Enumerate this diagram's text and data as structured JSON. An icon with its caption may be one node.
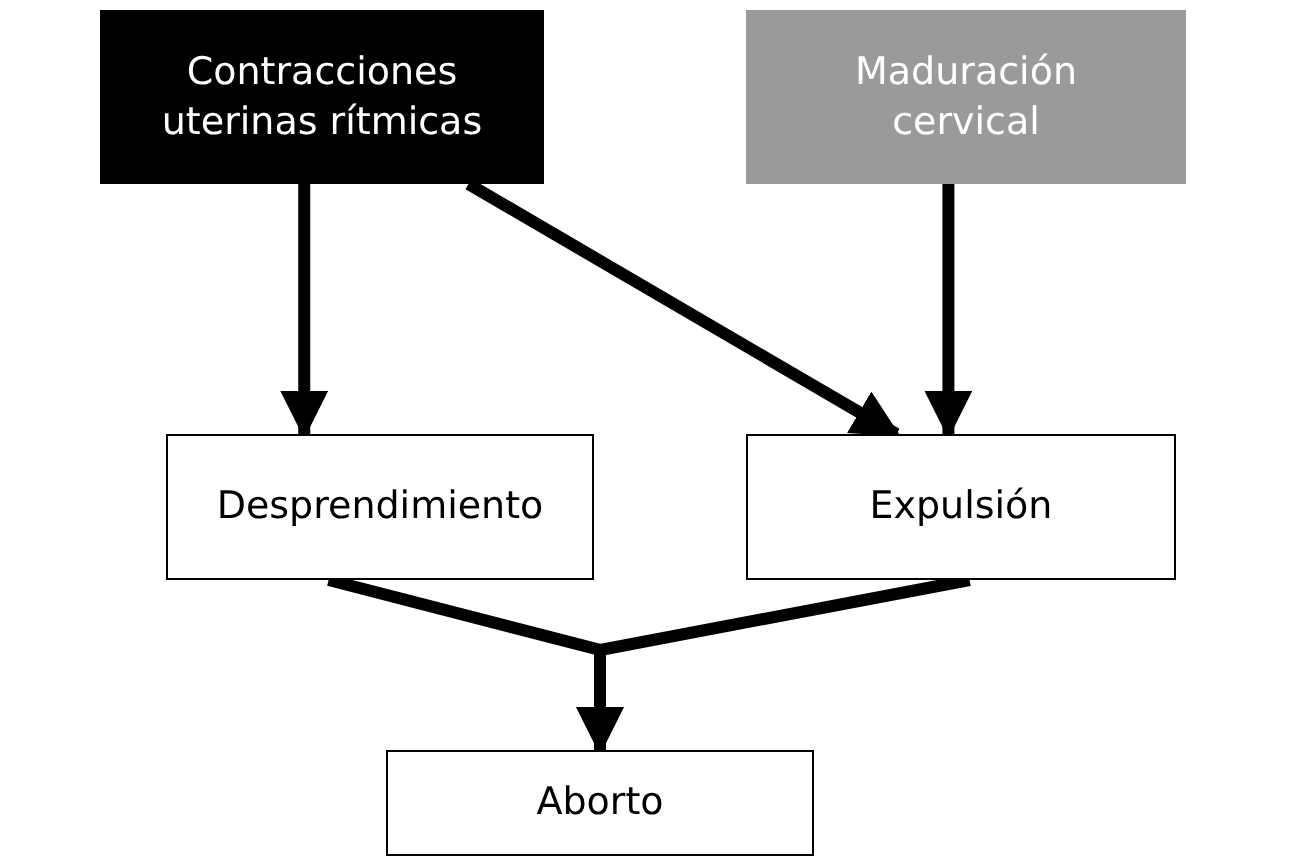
{
  "diagram": {
    "nodes": [
      {
        "text": [
          "Contracciones uterinas rítmicas"
        ]
      },
      {
        "text": [
          "Maduración cervical"
        ]
      },
      {
        "text": [
          "Desprendimiento"
        ]
      },
      {
        "text": [
          "Expulsión"
        ]
      },
      {
        "text": [
          "Aborto"
        ]
      }
    ],
    "edges": [
      {
        "from": 0,
        "to": 2,
        "arrow": "to"
      },
      {
        "from": 0,
        "to": 3,
        "arrow": "to"
      },
      {
        "from": 1,
        "to": 3,
        "arrow": "to"
      },
      {
        "from": 2,
        "to": 4,
        "arrow": "to"
      },
      {
        "from": 3,
        "to": 4,
        "arrow": "to"
      }
    ]
  }
}
